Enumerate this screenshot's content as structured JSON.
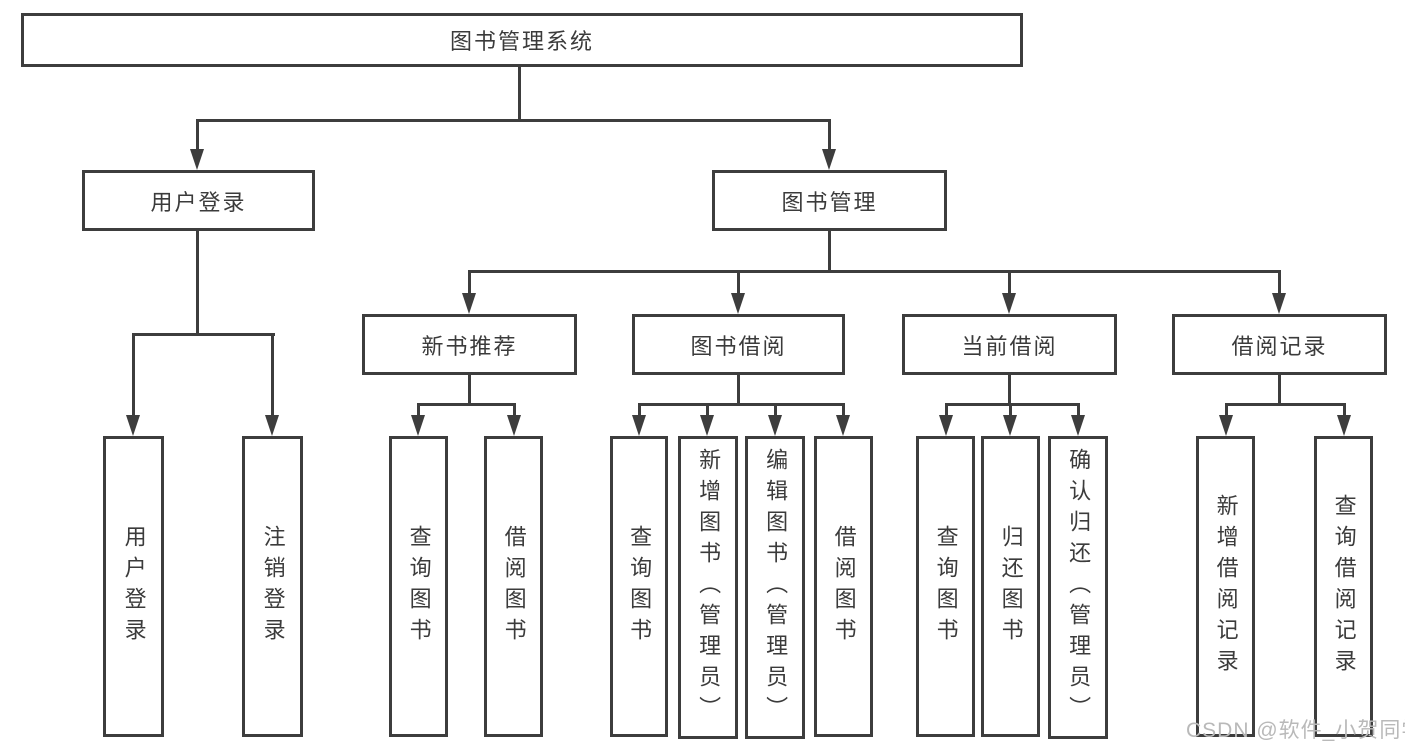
{
  "colors": {
    "background": "#ffffff",
    "border": "#3d3d3d",
    "line": "#3d3d3d",
    "text": "#3b3b3b",
    "watermark": "#b9b9b9"
  },
  "watermark": {
    "text": "CSDN @软件_小贺同学"
  },
  "tree": {
    "root": {
      "label": "图书管理系统"
    },
    "branches": [
      {
        "label": "用户登录",
        "leaves": [
          {
            "label": "用户登录"
          },
          {
            "label": "注销登录"
          }
        ]
      },
      {
        "label": "图书管理",
        "groups": [
          {
            "label": "新书推荐",
            "leaves": [
              {
                "label": "查询图书"
              },
              {
                "label": "借阅图书"
              }
            ]
          },
          {
            "label": "图书借阅",
            "leaves": [
              {
                "label": "查询图书"
              },
              {
                "label": "新增图书（管理员）"
              },
              {
                "label": "编辑图书（管理员）"
              },
              {
                "label": "借阅图书"
              }
            ]
          },
          {
            "label": "当前借阅",
            "leaves": [
              {
                "label": "查询图书"
              },
              {
                "label": "归还图书"
              },
              {
                "label": "确认归还（管理员）"
              }
            ]
          },
          {
            "label": "借阅记录",
            "leaves": [
              {
                "label": "新增借阅记录"
              },
              {
                "label": "查询借阅记录"
              }
            ]
          }
        ]
      }
    ]
  }
}
